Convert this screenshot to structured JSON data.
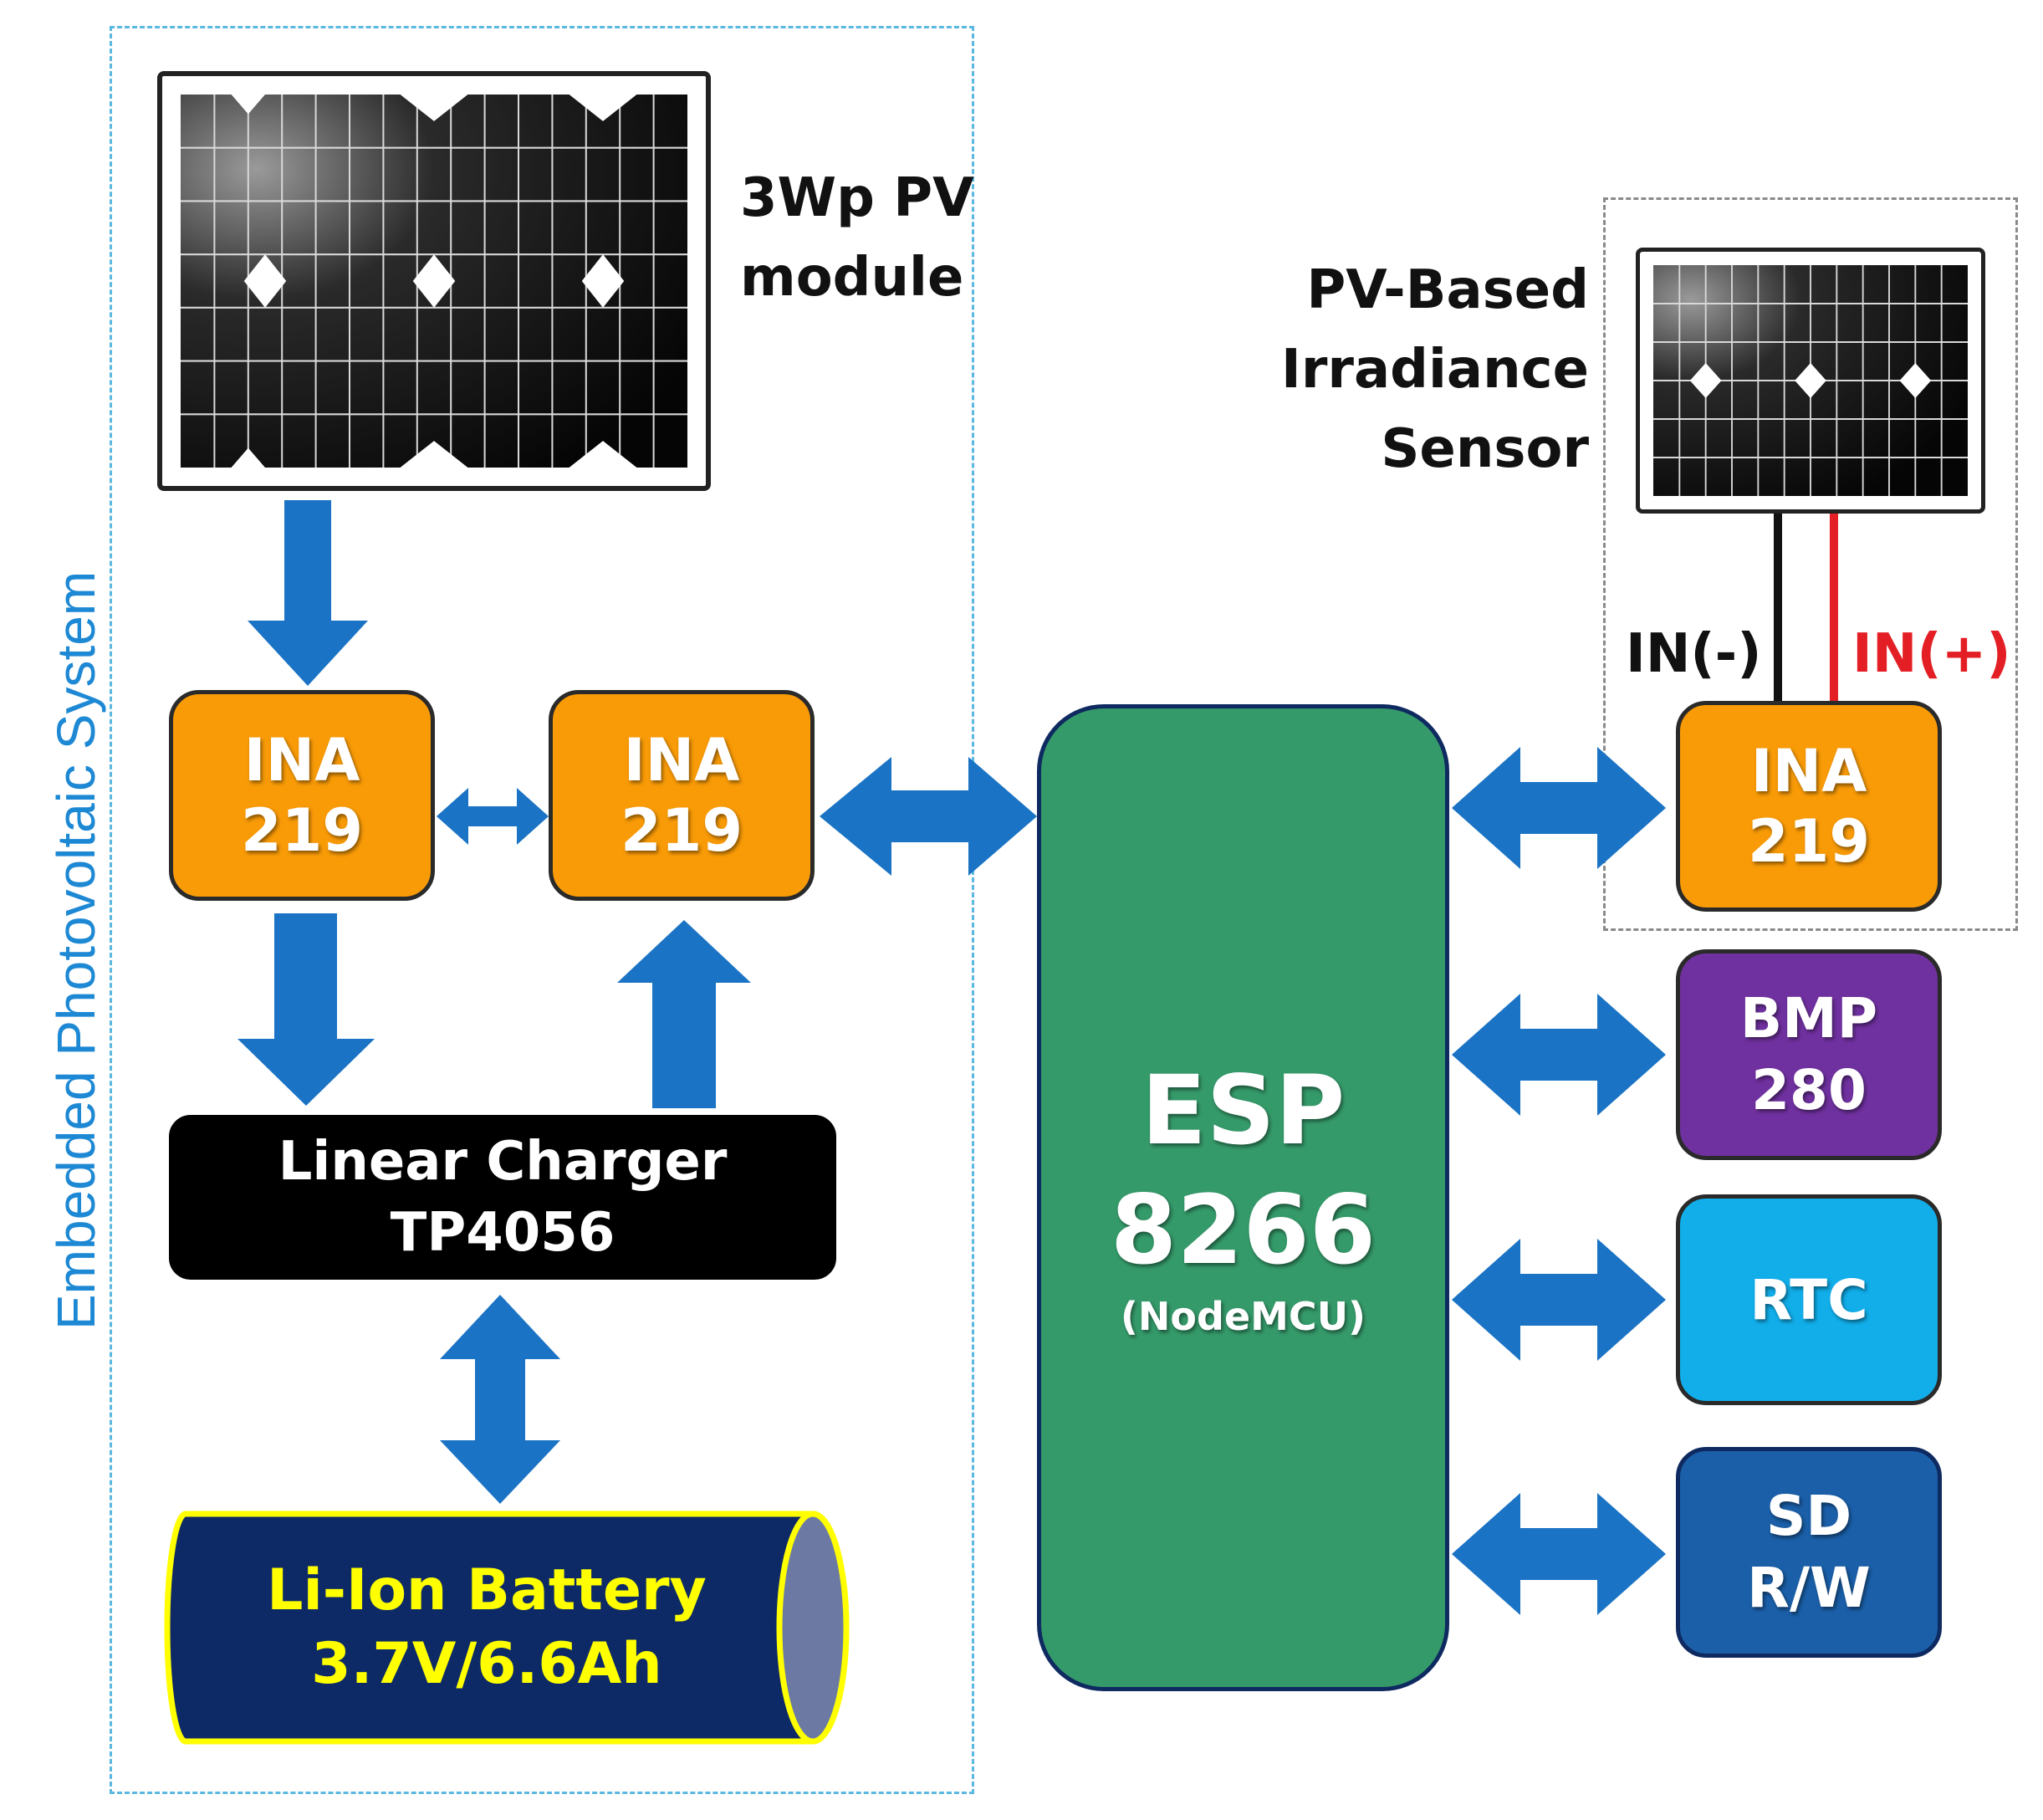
{
  "groups": {
    "embedded_label": "Embedded Photovoltaic System"
  },
  "labels": {
    "pv_module": [
      "3Wp PV",
      "module"
    ],
    "irradiance_sensor": [
      "PV-Based",
      "Irradiance",
      "Sensor"
    ],
    "in_minus": "IN(-)",
    "in_plus": "IN(+)"
  },
  "blocks": {
    "ina_left": [
      "INA",
      "219"
    ],
    "ina_mid": [
      "INA",
      "219"
    ],
    "ina_right": [
      "INA",
      "219"
    ],
    "charger": [
      "Linear Charger",
      "TP4056"
    ],
    "battery": [
      "Li-Ion Battery",
      "3.7V/6.6Ah"
    ],
    "esp": [
      "ESP",
      "8266",
      "(NodeMCU)"
    ],
    "bmp": [
      "BMP",
      "280"
    ],
    "rtc": [
      "RTC"
    ],
    "sd": [
      "SD",
      "R/W"
    ]
  },
  "colors": {
    "arrow": "#1a73c4",
    "ina": "#f99b07",
    "esp": "#359a6a",
    "bmp": "#7031a0",
    "rtc": "#11aeea",
    "sd": "#1a5fa8",
    "battery_body": "#0d2a66",
    "battery_text": "#ffff00",
    "wire_negative": "#111111",
    "wire_positive": "#e31e24"
  },
  "icons": [
    "solar-panel-icon",
    "solar-panel-icon"
  ]
}
